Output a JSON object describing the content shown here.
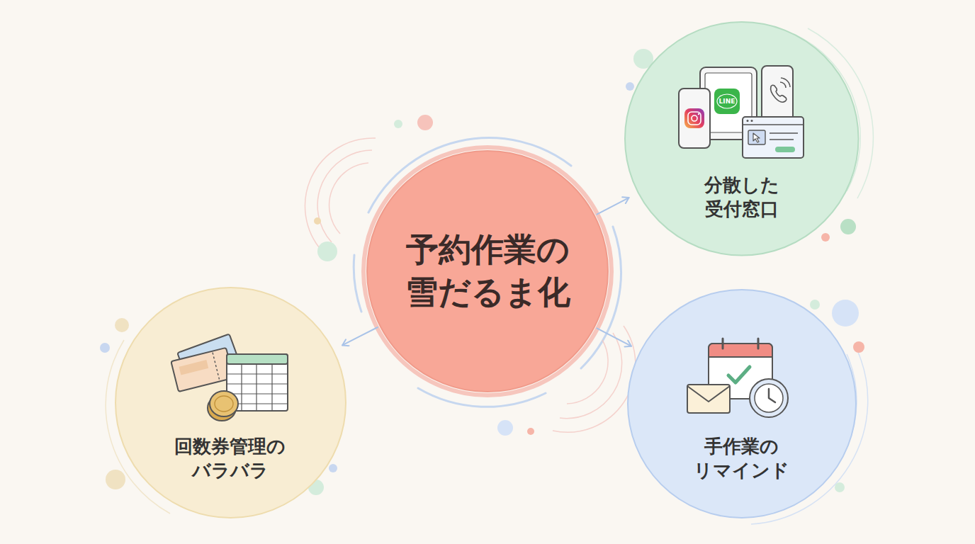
{
  "diagram": {
    "nodes": [
      {
        "text": [
          "予約作業の 雪だるま化"
        ]
      },
      {
        "text": [
          "分散した 受付窓口"
        ]
      },
      {
        "text": [
          "手作業の リマインド"
        ]
      },
      {
        "text": [
          "回数券管理の バラバラ"
        ]
      }
    ],
    "edges": [
      {
        "from": 0,
        "to": 1,
        "arrow": "to"
      },
      {
        "from": 0,
        "to": 2,
        "arrow": "to"
      },
      {
        "from": 0,
        "to": 3,
        "arrow": "to"
      }
    ],
    "labels": [
      "LINE"
    ]
  }
}
